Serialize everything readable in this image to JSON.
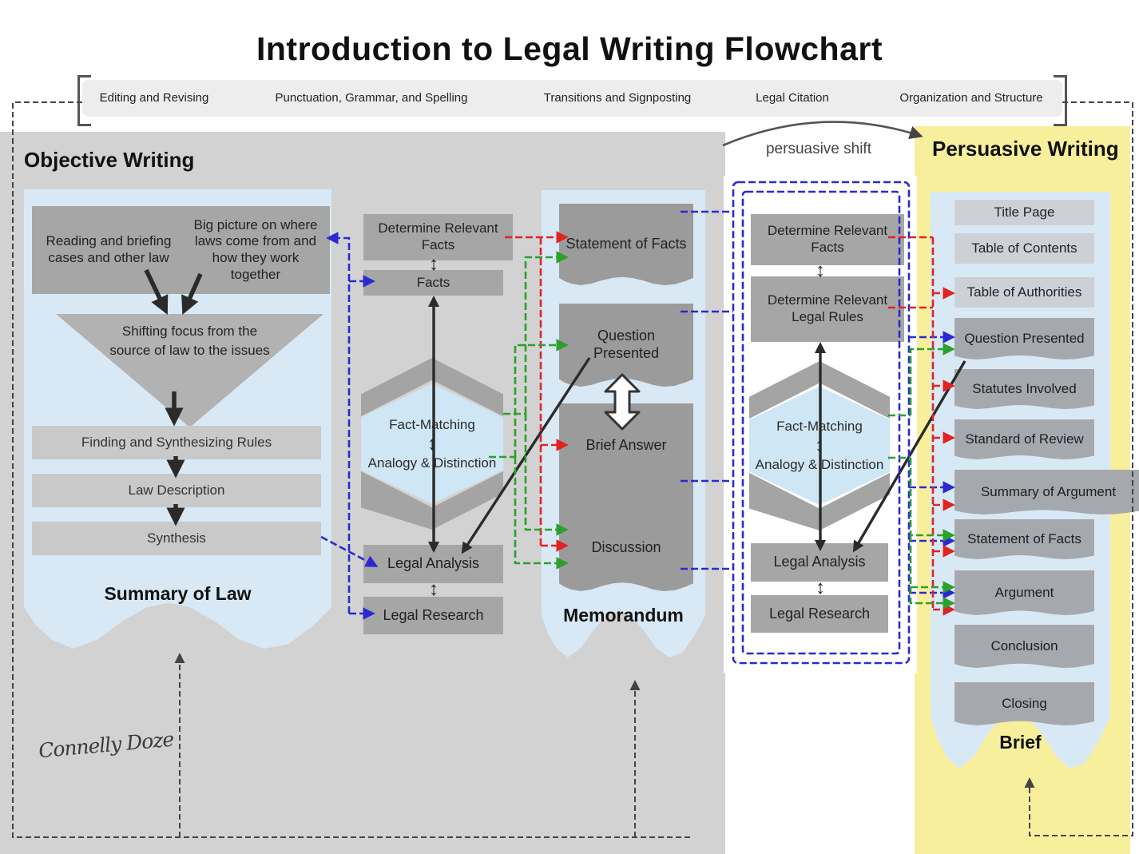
{
  "title": "Introduction to Legal Writing Flowchart",
  "topics_bar": {
    "items": [
      "Editing and Revising",
      "Punctuation, Grammar, and Spelling",
      "Transitions and Signposting",
      "Legal Citation",
      "Organization and Structure"
    ]
  },
  "sections": {
    "objective_label": "Objective Writing",
    "persuasive_label": "Persuasive Writing",
    "shift_label": "persuasive shift"
  },
  "icons": {
    "updown_arrow": "↕"
  },
  "summary_of_law": {
    "source_boxes": [
      "Reading and briefing cases and other law",
      "Big picture on where laws come from and how they work together"
    ],
    "funnel_text": "Shifting focus from the source of law to the issues",
    "steps": [
      "Finding and Synthesizing Rules",
      "Law Description",
      "Synthesis"
    ],
    "panel_label": "Summary of Law"
  },
  "objective_process": {
    "facts_box_top": "Determine Relevant Facts",
    "facts_box": "Facts",
    "matching": "Fact-Matching",
    "analogy": "Analogy & Distinction",
    "analysis": "Legal Analysis",
    "research": "Legal Research"
  },
  "memorandum": {
    "docs": [
      "Statement of Facts",
      "Question Presented",
      "Brief Answer",
      "Discussion"
    ],
    "panel_label": "Memorandum"
  },
  "persuasive_process": {
    "facts_box_top": "Determine Relevant Facts",
    "rules_box": "Determine Relevant Legal Rules",
    "matching": "Fact-Matching",
    "analogy": "Analogy & Distinction",
    "analysis": "Legal Analysis",
    "research": "Legal Research"
  },
  "brief": {
    "flat_docs": [
      "Title Page",
      "Table of Contents",
      "Table of Authorities"
    ],
    "wavy_docs": [
      "Question Presented",
      "Statutes Involved",
      "Standard of Review",
      "Summary of Argument",
      "Statement of Facts",
      "Argument",
      "Conclusion",
      "Closing"
    ],
    "panel_label": "Brief"
  },
  "signature": "Connelly Doze",
  "colors": {
    "arrow_blue": "#2a2ad0",
    "arrow_red": "#e02424",
    "arrow_green": "#2ca02c",
    "arrow_black": "#2a2a2a",
    "gray_bg": "#d2d2d2",
    "yellow_bg": "#f8ef9c",
    "panel_blue": "#d8e9f5"
  }
}
